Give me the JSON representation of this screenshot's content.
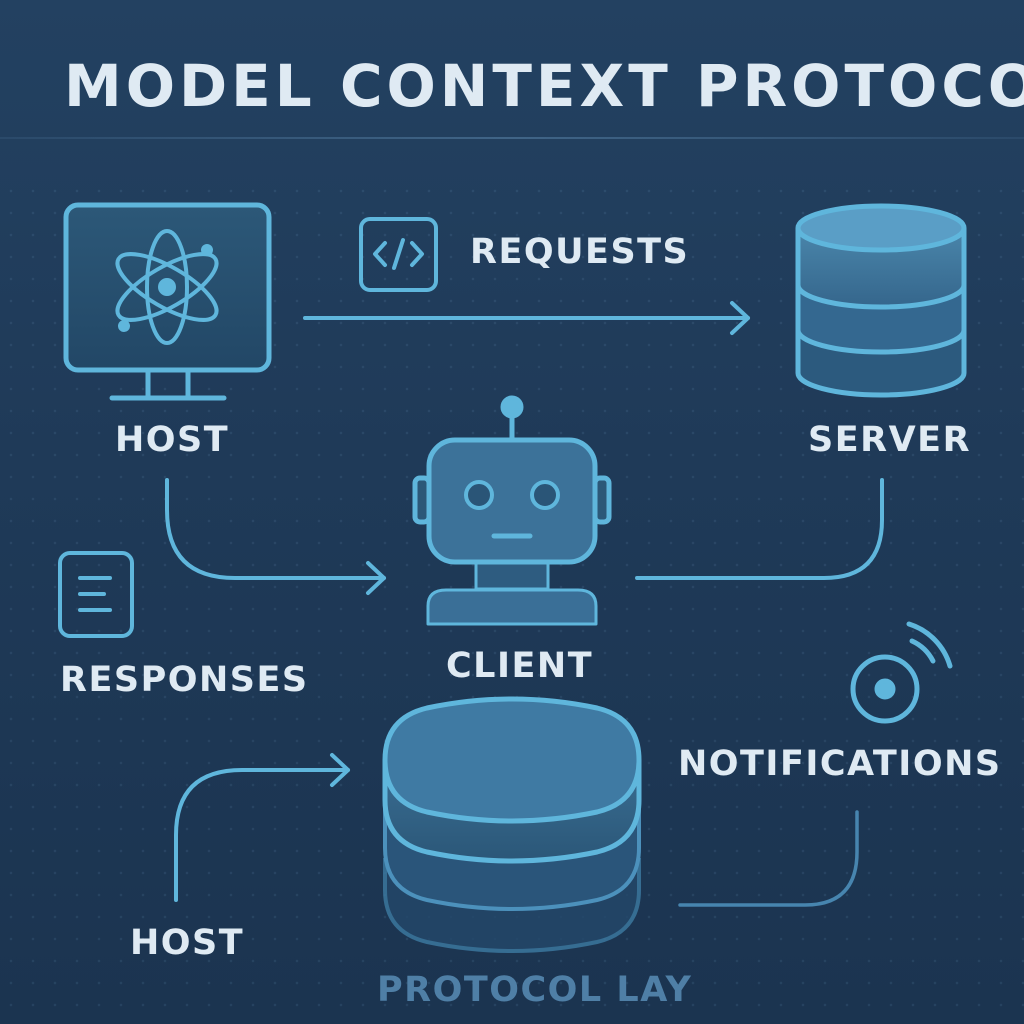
{
  "title": "MODEL CONTEXT PROTOCOL",
  "labels": {
    "host_top": "HOST",
    "requests": "REQUESTS",
    "server": "SERVER",
    "client": "CLIENT",
    "responses": "RESPONSES",
    "notifications": "NOTIFICATIONS",
    "host_bottom": "HOST",
    "protocol_layer": "PROTOCOL LAY"
  },
  "icons": {
    "host": "monitor-atom-icon",
    "requests": "code-brackets-icon",
    "server": "database-icon",
    "client": "robot-icon",
    "responses": "document-icon",
    "notifications": "broadcast-icon",
    "protocol_layer": "layered-stack-icon"
  },
  "colors": {
    "background": "#1f3a55",
    "accent": "#5fb6dc",
    "text": "#dfeaf3",
    "muted": "#4f7fa6"
  }
}
